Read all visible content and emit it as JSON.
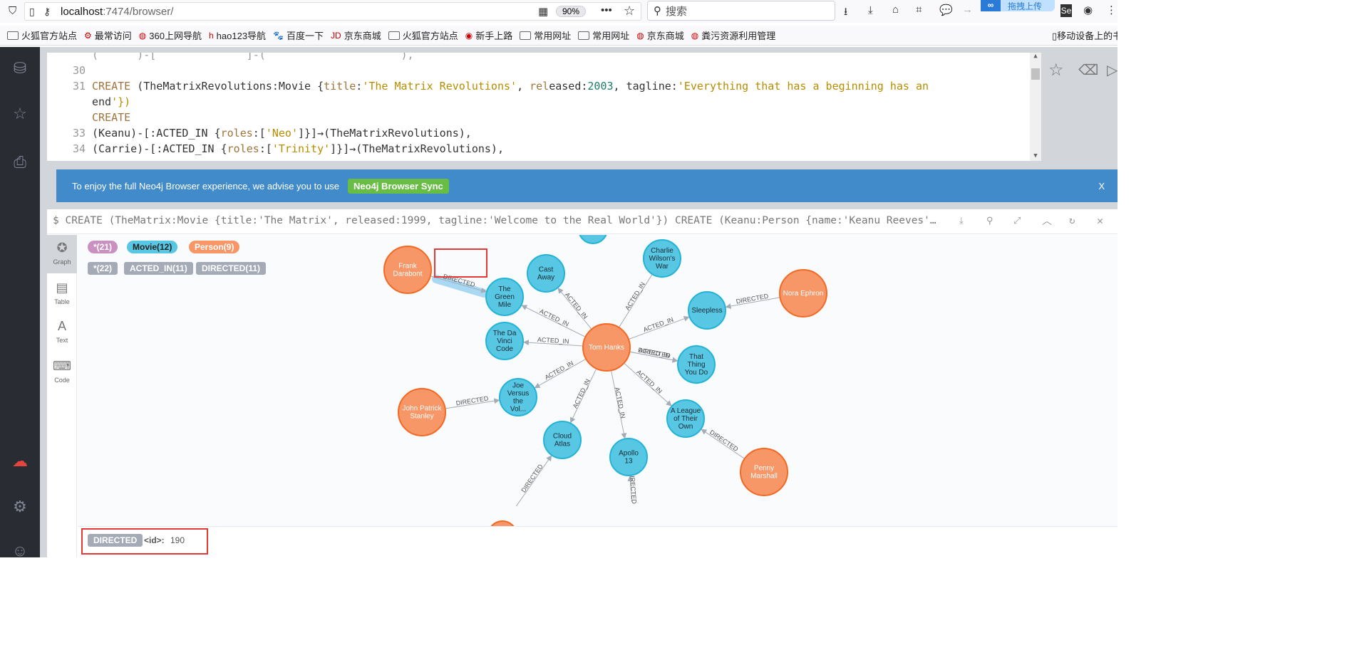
{
  "browser": {
    "url_host": "localhost",
    "url_path": ":7474/browser/",
    "zoom": "90%",
    "search_placeholder": "搜索",
    "upload_label": "拖拽上传",
    "bookmarks": [
      "火狐官方站点",
      "最常访问",
      "360上网导航",
      "hao123导航",
      "百度一下",
      "京东商城",
      "火狐官方站点",
      "新手上路",
      "常用网址",
      "常用网址",
      "京东商城",
      "粪污资源利用管理"
    ],
    "mobile_bookmarks": "移动设备上的书"
  },
  "editor": {
    "lines": [
      {
        "n": "30",
        "text": ""
      },
      {
        "n": "31",
        "text": "CREATE (TheMatrixRevolutions:Movie {title:'The Matrix Revolutions', released:2003, tagline:'Everything that has a beginning has an"
      },
      {
        "n": "",
        "text": "end'})"
      },
      {
        "n": "",
        "text": "CREATE"
      },
      {
        "n": "33",
        "text": "(Keanu)-[:ACTED_IN {roles:['Neo']}]→(TheMatrixRevolutions),"
      },
      {
        "n": "34",
        "text": "(Carrie)-[:ACTED_IN {roles:['Trinity']}]→(TheMatrixRevolutions),"
      }
    ]
  },
  "banner": {
    "text": "To enjoy the full Neo4j Browser experience, we advise you to use",
    "button": "Neo4j Browser Sync",
    "close": "X"
  },
  "frame": {
    "command": "$ CREATE (TheMatrix:Movie {title:'The Matrix', released:1999, tagline:'Welcome to the Real World'}) CREATE (Keanu:Person {name:'Keanu Reeves'…",
    "tabs": [
      "Graph",
      "Table",
      "Text",
      "Code"
    ],
    "labels": [
      {
        "name": "*",
        "count": "(21)",
        "color": "#c990c0"
      },
      {
        "name": "Movie",
        "count": "(12)",
        "color": "#57c7e3"
      },
      {
        "name": "Person",
        "count": "(9)",
        "color": "#f79767"
      }
    ],
    "rels": [
      {
        "name": "*",
        "count": "(22)"
      },
      {
        "name": "ACTED_IN",
        "count": "(11)"
      },
      {
        "name": "DIRECTED",
        "count": "(11)"
      }
    ],
    "status": {
      "type": "DIRECTED",
      "id_label": "<id>:",
      "id_value": "190"
    }
  },
  "graph": {
    "center": "Tom Hanks",
    "movies": [
      "Cast Away",
      "The Green Mile",
      "The Da Vinci Code",
      "Joe Versus the Vol...",
      "Cloud Atlas",
      "Apollo 13",
      "A League of Their Own",
      "That Thing You Do",
      "Sleepless",
      "Charlie Wilson's War"
    ],
    "people": [
      "Frank Darabont",
      "Nora Ephron",
      "John Patrick Stanley",
      "Penny Marshall"
    ],
    "edge_labels": [
      "DIRECTED",
      "ACTED_IN"
    ]
  },
  "colors": {
    "movie": "#57c7e3",
    "person": "#f79767",
    "highlight": "#e53935"
  }
}
